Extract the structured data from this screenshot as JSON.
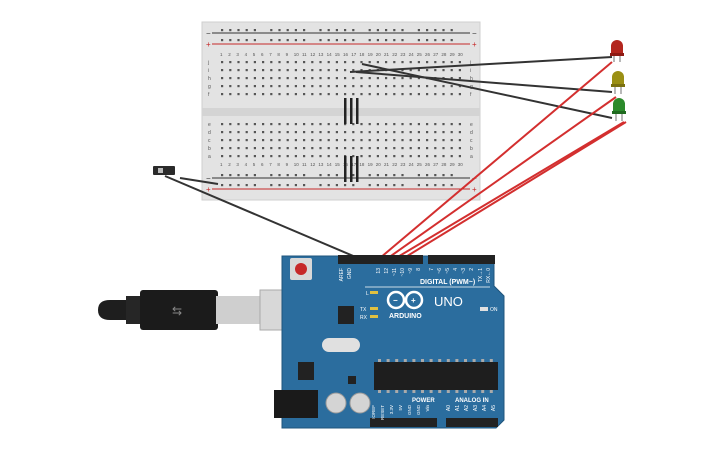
{
  "breadboard": {
    "row_letters_top": [
      "j",
      "i",
      "h",
      "g",
      "f"
    ],
    "row_letters_bottom": [
      "e",
      "d",
      "c",
      "b",
      "a"
    ],
    "column_count": 30,
    "rail_plus": "+",
    "rail_minus": "−"
  },
  "arduino": {
    "brand": "ARDUINO",
    "model": "UNO",
    "digital_label": "DIGITAL (PWM~)",
    "power_label": "POWER",
    "analog_label": "ANALOG IN",
    "on_label": "ON",
    "l_label": "L",
    "tx_label": "TX",
    "rx_label": "RX",
    "top_pins": [
      "AREF",
      "GND",
      "13",
      "12",
      "~11",
      "~10",
      "~9",
      "8",
      "7",
      "~6",
      "~5",
      "4",
      "~3",
      "2",
      "TX→1",
      "RX←0"
    ],
    "power_pins": [
      "IOREF",
      "RESET",
      "3.3V",
      "5V",
      "GND",
      "GND",
      "Vin"
    ],
    "analog_pins": [
      "A0",
      "A1",
      "A2",
      "A3",
      "A4",
      "A5"
    ]
  },
  "leds": [
    {
      "name": "red-led",
      "color": "#b3261e"
    },
    {
      "name": "yellow-led",
      "color": "#9a8f14"
    },
    {
      "name": "green-led",
      "color": "#2b8a2b"
    }
  ],
  "colors": {
    "board_blue": "#2b6d9e",
    "wire_red": "#d32f2f",
    "wire_dark": "#333333",
    "breadboard": "#e8e8e8",
    "rail_red": "#c62828"
  }
}
